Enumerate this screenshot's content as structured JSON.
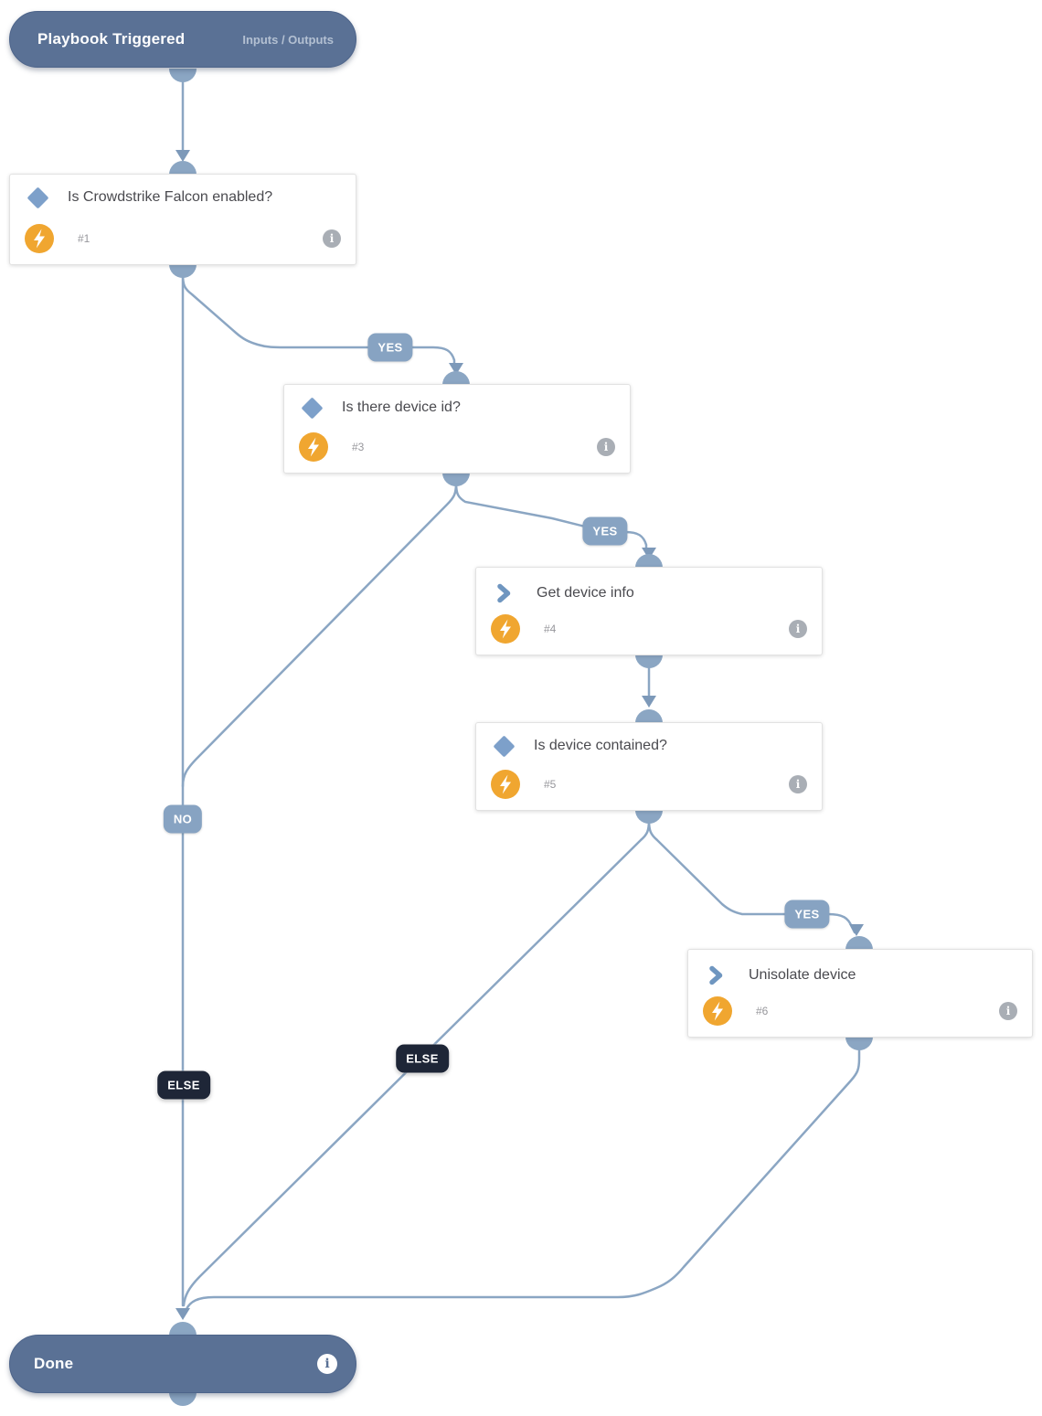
{
  "start_node": {
    "title": "Playbook Triggered",
    "io_link": "Inputs / Outputs"
  },
  "end_node": {
    "title": "Done"
  },
  "tasks": {
    "t1": {
      "title": "Is Crowdstrike Falcon enabled?",
      "num": "#1",
      "kind": "condition"
    },
    "t3": {
      "title": "Is there device id?",
      "num": "#3",
      "kind": "condition"
    },
    "t4": {
      "title": "Get device info",
      "num": "#4",
      "kind": "action"
    },
    "t5": {
      "title": "Is device contained?",
      "num": "#5",
      "kind": "condition"
    },
    "t6": {
      "title": "Unisolate device",
      "num": "#6",
      "kind": "action"
    }
  },
  "edge_labels": {
    "yes_from_t1": "YES",
    "yes_from_t3": "YES",
    "yes_from_t5": "YES",
    "no_from_t1": "NO",
    "else_from_t3": "ELSE",
    "else_from_t5": "ELSE"
  },
  "icons": {
    "condition": "condition-diamond-icon",
    "action": "task-chevron-icon",
    "automation": "automation-bolt-icon",
    "info": "info-icon"
  },
  "colors": {
    "edge": "#8ba6c3",
    "arrow": "#7d99b9",
    "pill_background": "#5a7195",
    "label_blue": "#87a3c2",
    "label_dark": "#1e2637",
    "bolt_orange": "#f0a630",
    "diamond_blue": "#7da0ca",
    "chevron_blue": "#6f96c0",
    "card_border": "#e2e2e2",
    "title_text": "#4a4a4f",
    "num_text": "#97979c"
  }
}
